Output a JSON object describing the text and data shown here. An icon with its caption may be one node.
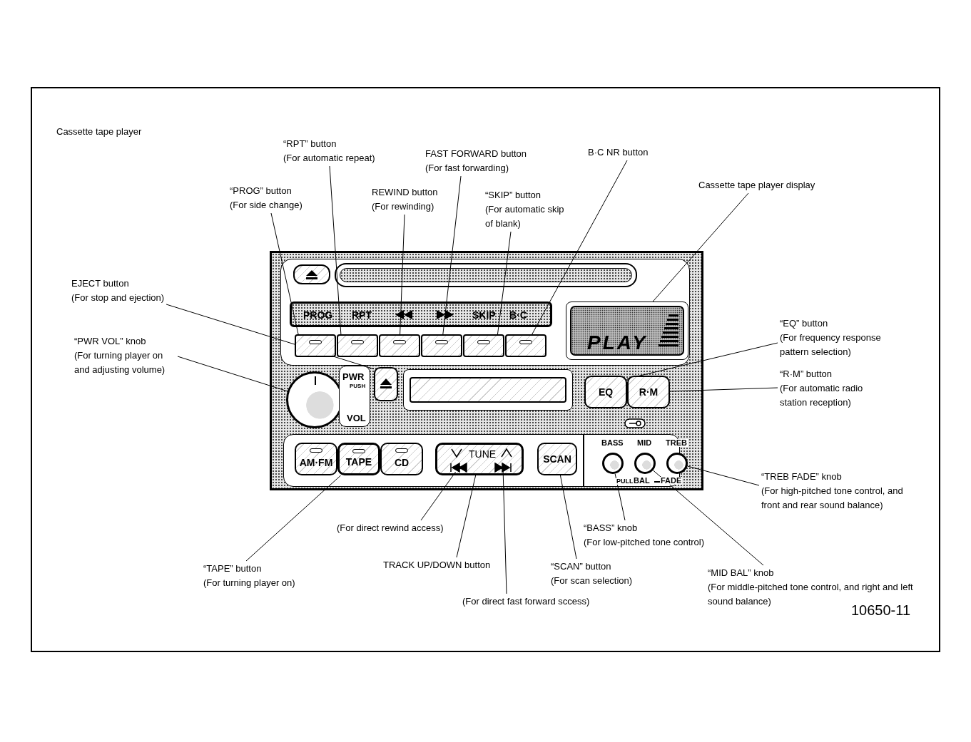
{
  "diagram": {
    "title": "Cassette tape player",
    "nodes": [
      {
        "text": [
          "“RPT” button",
          "(For automatic repeat)"
        ]
      },
      {
        "text": [
          "FAST FORWARD button",
          "(For fast forwarding)"
        ]
      },
      {
        "text": [
          "B·C NR button"
        ]
      },
      {
        "text": [
          "“PROG” button",
          "(For side change)"
        ]
      },
      {
        "text": [
          "REWIND button",
          "(For rewinding)"
        ]
      },
      {
        "text": [
          "“SKIP” button",
          "(For automatic skip of blank)"
        ]
      },
      {
        "text": [
          "Cassette tape player display"
        ]
      },
      {
        "text": [
          "EJECT button",
          "(For stop and ejection)"
        ]
      },
      {
        "text": [
          "“PWR VOL” knob",
          "(For turning player on and adjusting volume)"
        ]
      },
      {
        "text": [
          "“EQ” button",
          "(For frequency response pattern selection)"
        ]
      },
      {
        "text": [
          "“R·M” button",
          "(For automatic radio station reception)"
        ]
      },
      {
        "text": [
          "“TREB FADE” knob",
          "(For high-pitched tone control, and front and rear sound balance)"
        ]
      },
      {
        "text": [
          "(For direct rewind access)"
        ]
      },
      {
        "text": [
          "“BASS” knob",
          "(For low-pitched tone control)"
        ]
      },
      {
        "text": [
          "“TAPE” button",
          "(For turning player on)"
        ]
      },
      {
        "text": [
          "TRACK UP/DOWN button"
        ]
      },
      {
        "text": [
          "“SCAN” button",
          "(For scan selection)"
        ]
      },
      {
        "text": [
          "“MID BAL” knob",
          "(For middle-pitched tone control, and right and left sound balance)"
        ]
      },
      {
        "text": [
          "(For direct fast forward sccess)"
        ]
      },
      {
        "text": [],
        "shape": "box"
      },
      {
        "text": [],
        "shape": "box",
        "in": 19
      },
      {
        "text": [],
        "shape": "box",
        "in": 19
      },
      {
        "text": [],
        "shape": "box",
        "in": 19
      },
      {
        "text": [],
        "shape": "box",
        "in": 19
      },
      {
        "text": [],
        "shape": "box",
        "in": 19
      },
      {
        "text": [],
        "shape": "box",
        "in": 19
      },
      {
        "text": [
          "PLAY"
        ],
        "in": 19
      },
      {
        "text": [],
        "shape": "box",
        "in": 19
      },
      {
        "text": [],
        "shape": "circle",
        "in": 19
      },
      {
        "text": [
          "EQ"
        ],
        "in": 19
      },
      {
        "text": [
          "R·M"
        ],
        "in": 19
      },
      {
        "text": [],
        "shape": "circle",
        "in": 19
      },
      {
        "text": [],
        "shape": "circle",
        "in": 19
      },
      {
        "text": [],
        "shape": "circle",
        "in": 19
      },
      {
        "text": [
          "TAPE"
        ],
        "in": 19
      },
      {
        "text": [
          "TUNE"
        ],
        "in": 19
      },
      {
        "text": [],
        "shape": "picture",
        "in": 35
      },
      {
        "text": [],
        "shape": "picture",
        "in": 35
      },
      {
        "text": [
          "SCAN"
        ],
        "in": 19
      },
      {
        "text": [
          "PROG",
          "RPT",
          "SKIP",
          "B·C"
        ],
        "in": 19
      },
      {
        "text": [
          "PWR",
          "PUSH",
          "VOL"
        ],
        "in": 19
      },
      {
        "text": [
          "AM·FM"
        ],
        "in": 19
      },
      {
        "text": [
          "CD"
        ],
        "in": 19
      },
      {
        "text": [],
        "shape": "box",
        "in": 19
      },
      {
        "text": [],
        "shape": "box",
        "in": 19
      },
      {
        "text": [],
        "shape": "box",
        "in": 19
      }
    ],
    "edges": [
      {
        "from": 0,
        "to": 21,
        "arrow": "none"
      },
      {
        "from": 1,
        "to": 23,
        "arrow": "none"
      },
      {
        "from": 2,
        "to": 25,
        "arrow": "none"
      },
      {
        "from": 3,
        "to": 20,
        "arrow": "none"
      },
      {
        "from": 4,
        "to": 22,
        "arrow": "none"
      },
      {
        "from": 5,
        "to": 24,
        "arrow": "none"
      },
      {
        "from": 6,
        "to": 26,
        "arrow": "none"
      },
      {
        "from": 7,
        "to": 27,
        "arrow": "none"
      },
      {
        "from": 8,
        "to": 28,
        "arrow": "none"
      },
      {
        "from": 9,
        "to": 29,
        "arrow": "none"
      },
      {
        "from": 10,
        "to": 30,
        "arrow": "none"
      },
      {
        "from": 11,
        "to": 31,
        "arrow": "none"
      },
      {
        "from": 12,
        "to": 36,
        "arrow": "none"
      },
      {
        "from": 13,
        "to": 33,
        "arrow": "none"
      },
      {
        "from": 14,
        "to": 34,
        "arrow": "none"
      },
      {
        "from": 15,
        "to": 35,
        "arrow": "none"
      },
      {
        "from": 16,
        "to": 38,
        "arrow": "none"
      },
      {
        "from": 17,
        "to": 32,
        "arrow": "none"
      },
      {
        "from": 18,
        "to": 37,
        "arrow": "none"
      }
    ],
    "labels": [
      "BASS",
      "MID",
      "TREB",
      "PULL",
      "BAL",
      "FADE",
      "10650-11"
    ]
  }
}
